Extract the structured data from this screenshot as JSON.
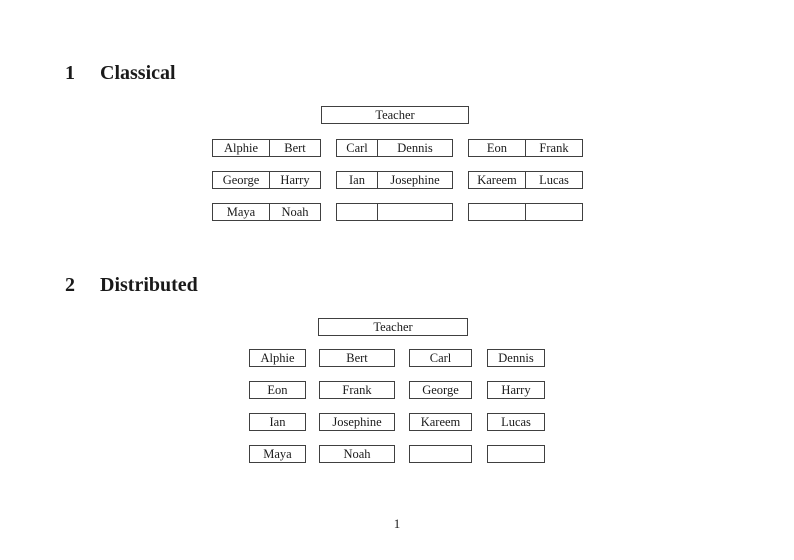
{
  "document": {
    "page_number": "1"
  },
  "colors": {
    "text": "#1a1a1a",
    "border": "#404040",
    "background": "#ffffff"
  },
  "sections": [
    {
      "id": "classical",
      "heading_number": "1",
      "heading_title": "Classical",
      "teacher_label": "Teacher",
      "desk_rows": [
        [
          [
            "Alphie",
            "Bert"
          ],
          [
            "Carl",
            "Dennis"
          ],
          [
            "Eon",
            "Frank"
          ]
        ],
        [
          [
            "George",
            "Harry"
          ],
          [
            "Ian",
            "Josephine"
          ],
          [
            "Kareem",
            "Lucas"
          ]
        ],
        [
          [
            "Maya",
            "Noah"
          ],
          [
            "",
            ""
          ],
          [
            "",
            ""
          ]
        ]
      ]
    },
    {
      "id": "distributed",
      "heading_number": "2",
      "heading_title": "Distributed",
      "teacher_label": "Teacher",
      "desk_rows": [
        [
          "Alphie",
          "Bert",
          "Carl",
          "Dennis"
        ],
        [
          "Eon",
          "Frank",
          "George",
          "Harry"
        ],
        [
          "Ian",
          "Josephine",
          "Kareem",
          "Lucas"
        ],
        [
          "Maya",
          "Noah",
          "",
          ""
        ]
      ]
    }
  ]
}
